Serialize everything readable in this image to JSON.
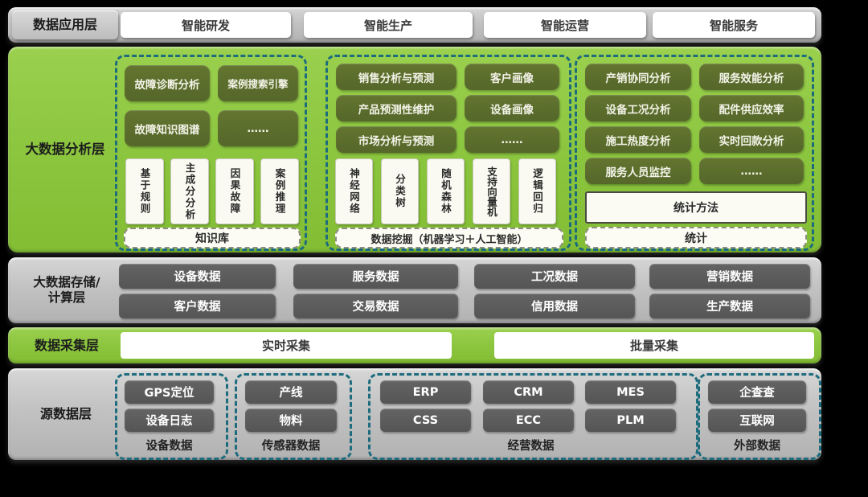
{
  "app_layer": {
    "label": "数据应用层",
    "items": [
      "智能研发",
      "智能生产",
      "智能运营",
      "智能服务"
    ]
  },
  "analysis_layer": {
    "label": "大数据分析层",
    "groups": [
      {
        "boxes": [
          "故障诊断分析",
          "案例搜索引擎",
          "故障知识图谱",
          "……"
        ],
        "vertical_boxes": [
          "基于规则",
          "主成分分析",
          "因果故障",
          "案例推理"
        ],
        "footer": "知识库"
      },
      {
        "boxes": [
          "销售分析与预测",
          "客户画像",
          "产品预测性维护",
          "设备画像",
          "市场分析与预测",
          "……"
        ],
        "vertical_boxes": [
          "神经网络",
          "分类树",
          "随机森林",
          "支持向量机",
          "逻辑回归"
        ],
        "footer": "数据挖掘（机器学习＋人工智能）"
      },
      {
        "boxes": [
          "产销协同分析",
          "服务效能分析",
          "设备工况分析",
          "配件供应效率",
          "施工热度分析",
          "实时回款分析",
          "服务人员监控",
          "……"
        ],
        "method_box": "统计方法",
        "footer": "统计"
      }
    ]
  },
  "storage_layer": {
    "label_line1": "大数据存储/",
    "label_line2": "计算层",
    "boxes_row1": [
      "设备数据",
      "服务数据",
      "工况数据",
      "营销数据"
    ],
    "boxes_row2": [
      "客户数据",
      "交易数据",
      "信用数据",
      "生产数据"
    ]
  },
  "collection_layer": {
    "label": "数据采集层",
    "items": [
      "实时采集",
      "批量采集"
    ]
  },
  "source_layer": {
    "label": "源数据层",
    "groups": [
      {
        "boxes": [
          "GPS定位",
          "设备日志"
        ],
        "footer": "设备数据"
      },
      {
        "boxes": [
          "产线",
          "物料"
        ],
        "footer": "传感器数据"
      },
      {
        "boxes": [
          "ERP",
          "CRM",
          "MES",
          "CSS",
          "ECC",
          "PLM"
        ],
        "footer": "经营数据"
      },
      {
        "boxes": [
          "企查查",
          "互联网"
        ],
        "footer": "外部数据"
      }
    ]
  },
  "colors": {
    "background": "#000000",
    "bar_gray": "#c2c2c2",
    "bar_green": "#8cc63f",
    "box_olive": "#5a6b2a",
    "box_dark_gray": "#595959",
    "dashed_teal": "#1d6c7e",
    "box_white": "#ffffff"
  }
}
